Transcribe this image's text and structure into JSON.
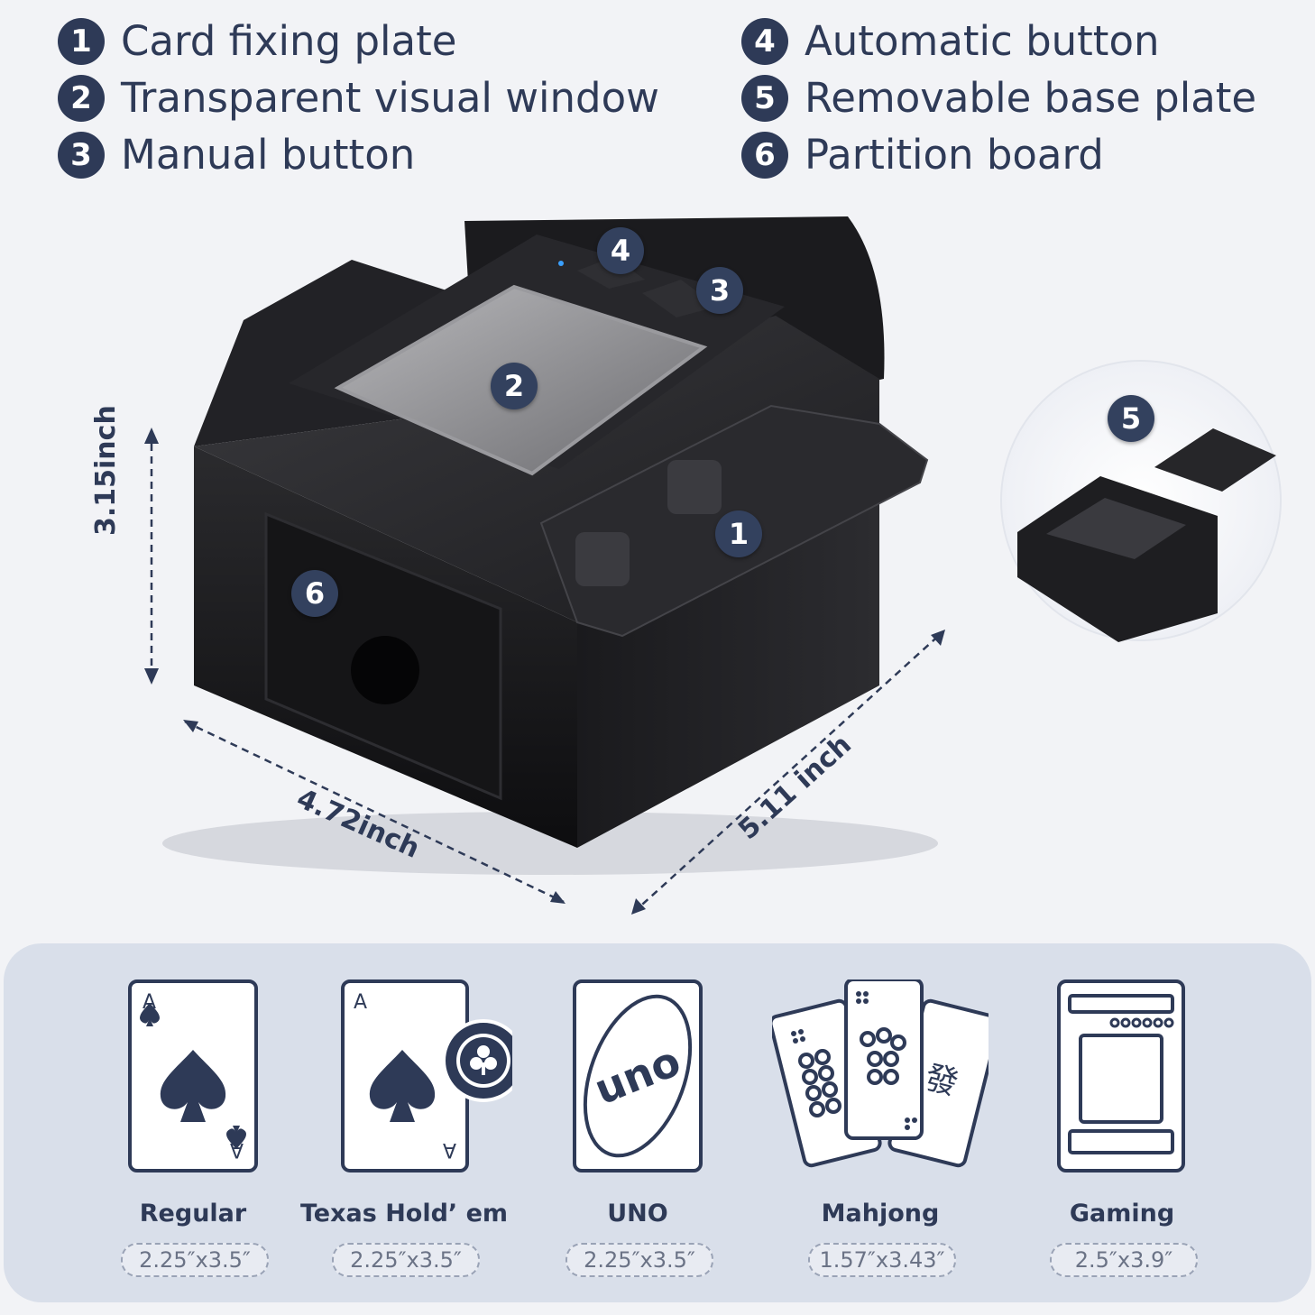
{
  "legend": [
    {
      "num": "1",
      "label": "Card fixing plate"
    },
    {
      "num": "2",
      "label": "Transparent visual window"
    },
    {
      "num": "3",
      "label": "Manual button"
    },
    {
      "num": "4",
      "label": "Automatic button"
    },
    {
      "num": "5",
      "label": "Removable base plate"
    },
    {
      "num": "6",
      "label": "Partition board"
    }
  ],
  "dimensions": {
    "height": "3.15inch",
    "width": "4.72inch",
    "depth": "5.11 inch"
  },
  "card_types": [
    {
      "name": "Regular",
      "size": "2.25″x3.5″",
      "icon": "regular-card-icon",
      "rank": "A"
    },
    {
      "name": "Texas Hold’ em",
      "size": "2.25″x3.5″",
      "icon": "poker-chip-card-icon",
      "rank": "A"
    },
    {
      "name": "UNO",
      "size": "2.25″x3.5″",
      "icon": "uno-card-icon",
      "logo_text": "uno"
    },
    {
      "name": "Mahjong",
      "size": "1.57″x3.43″",
      "icon": "mahjong-cards-icon",
      "glyph": "發"
    },
    {
      "name": "Gaming",
      "size": "2.5″x3.9″",
      "icon": "gaming-card-icon"
    }
  ],
  "colors": {
    "navy": "#2e3a57",
    "panel": "#d9dfea",
    "background": "#f2f3f6"
  }
}
